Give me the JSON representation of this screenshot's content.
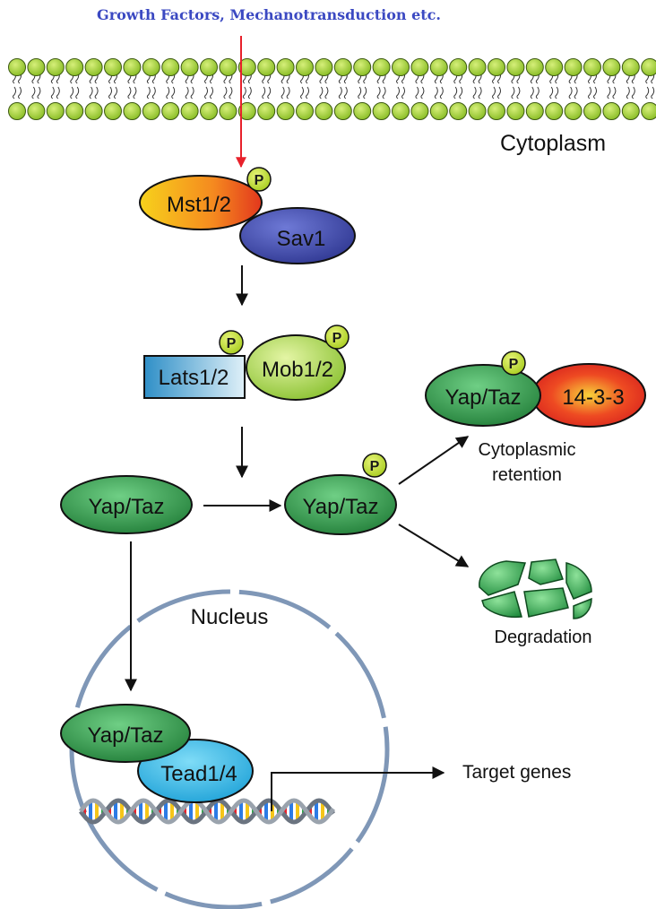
{
  "title": "Growth Factors, Mechanotransduction etc.",
  "labels": {
    "cytoplasm": "Cytoplasm",
    "nucleus": "Nucleus",
    "target_genes": "Target genes",
    "cytoplasmic_retention_1": "Cytoplasmic",
    "cytoplasmic_retention_2": "retention",
    "degradation": "Degradation"
  },
  "proteins": {
    "mst": "Mst1/2",
    "sav": "Sav1",
    "lats": "Lats1/2",
    "mob": "Mob1/2",
    "yap_free": "Yap/Taz",
    "yap_phos": "Yap/Taz",
    "yap_retained": "Yap/Taz",
    "protein_1433": "14-3-3",
    "yap_nuclear": "Yap/Taz",
    "tead": "Tead1/4"
  },
  "phospho_label": "P",
  "colors": {
    "membrane": "#9ccc3c",
    "arrow_signal": "#e8212b",
    "title": "#3b49c2",
    "nucleus_envelope": "#7f97b7"
  }
}
